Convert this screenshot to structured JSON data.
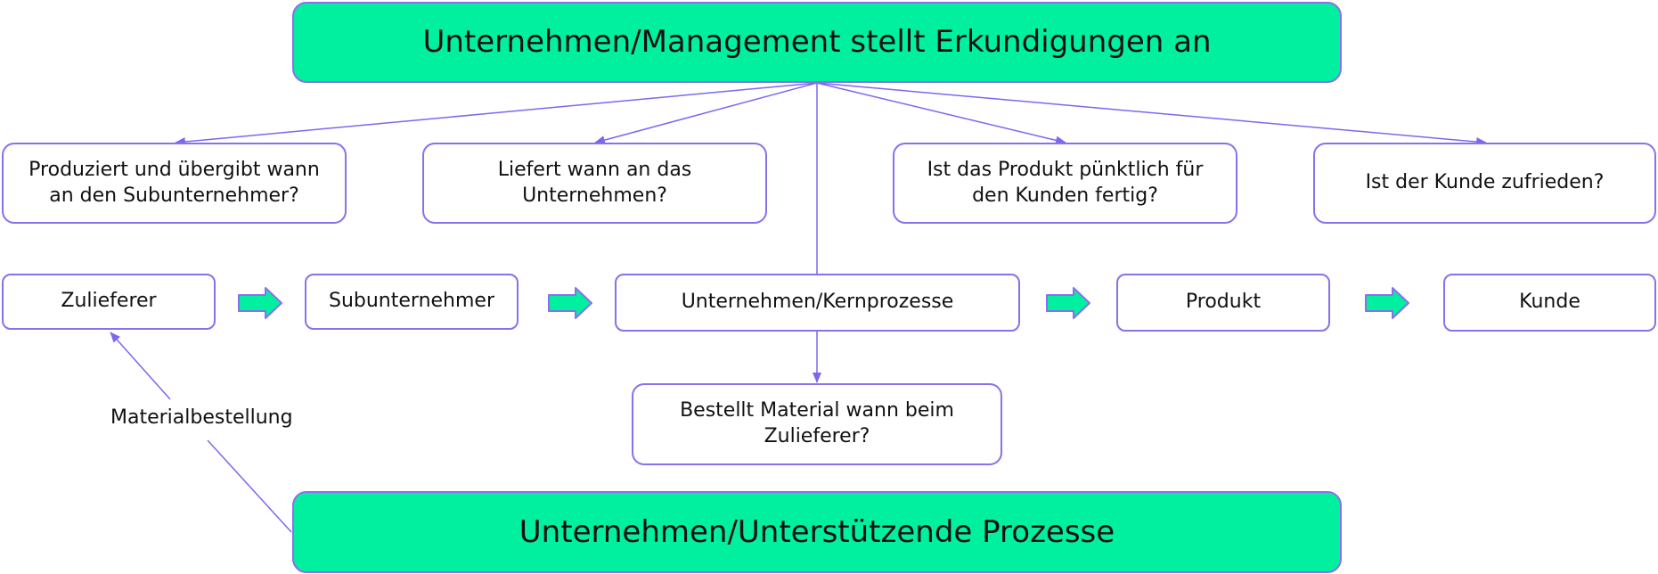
{
  "colors": {
    "header_fill": "#00f0a0",
    "border": "#8a70ec",
    "connector": "#7b68ee",
    "arrow_fill": "#00f0a0",
    "text": "#111111"
  },
  "top_header": {
    "label": "Unternehmen/Management stellt Erkundigungen an"
  },
  "questions": [
    {
      "label": "Produziert und übergibt wann an den Subunternehmer?"
    },
    {
      "label": "Liefert wann an das Unternehmen?"
    },
    {
      "label": "Ist das Produkt pünktlich für den Kunden fertig?"
    },
    {
      "label": "Ist der Kunde zufrieden?"
    }
  ],
  "flow": [
    {
      "label": "Zulieferer"
    },
    {
      "label": "Subunternehmer"
    },
    {
      "label": "Unternehmen/Kernprozesse"
    },
    {
      "label": "Produkt"
    },
    {
      "label": "Kunde"
    }
  ],
  "order_question": {
    "label": "Bestellt Material wann beim Zulieferer?"
  },
  "material_label": "Materialbestellung",
  "bottom_header": {
    "label": "Unternehmen/Unterstützende Prozesse"
  }
}
